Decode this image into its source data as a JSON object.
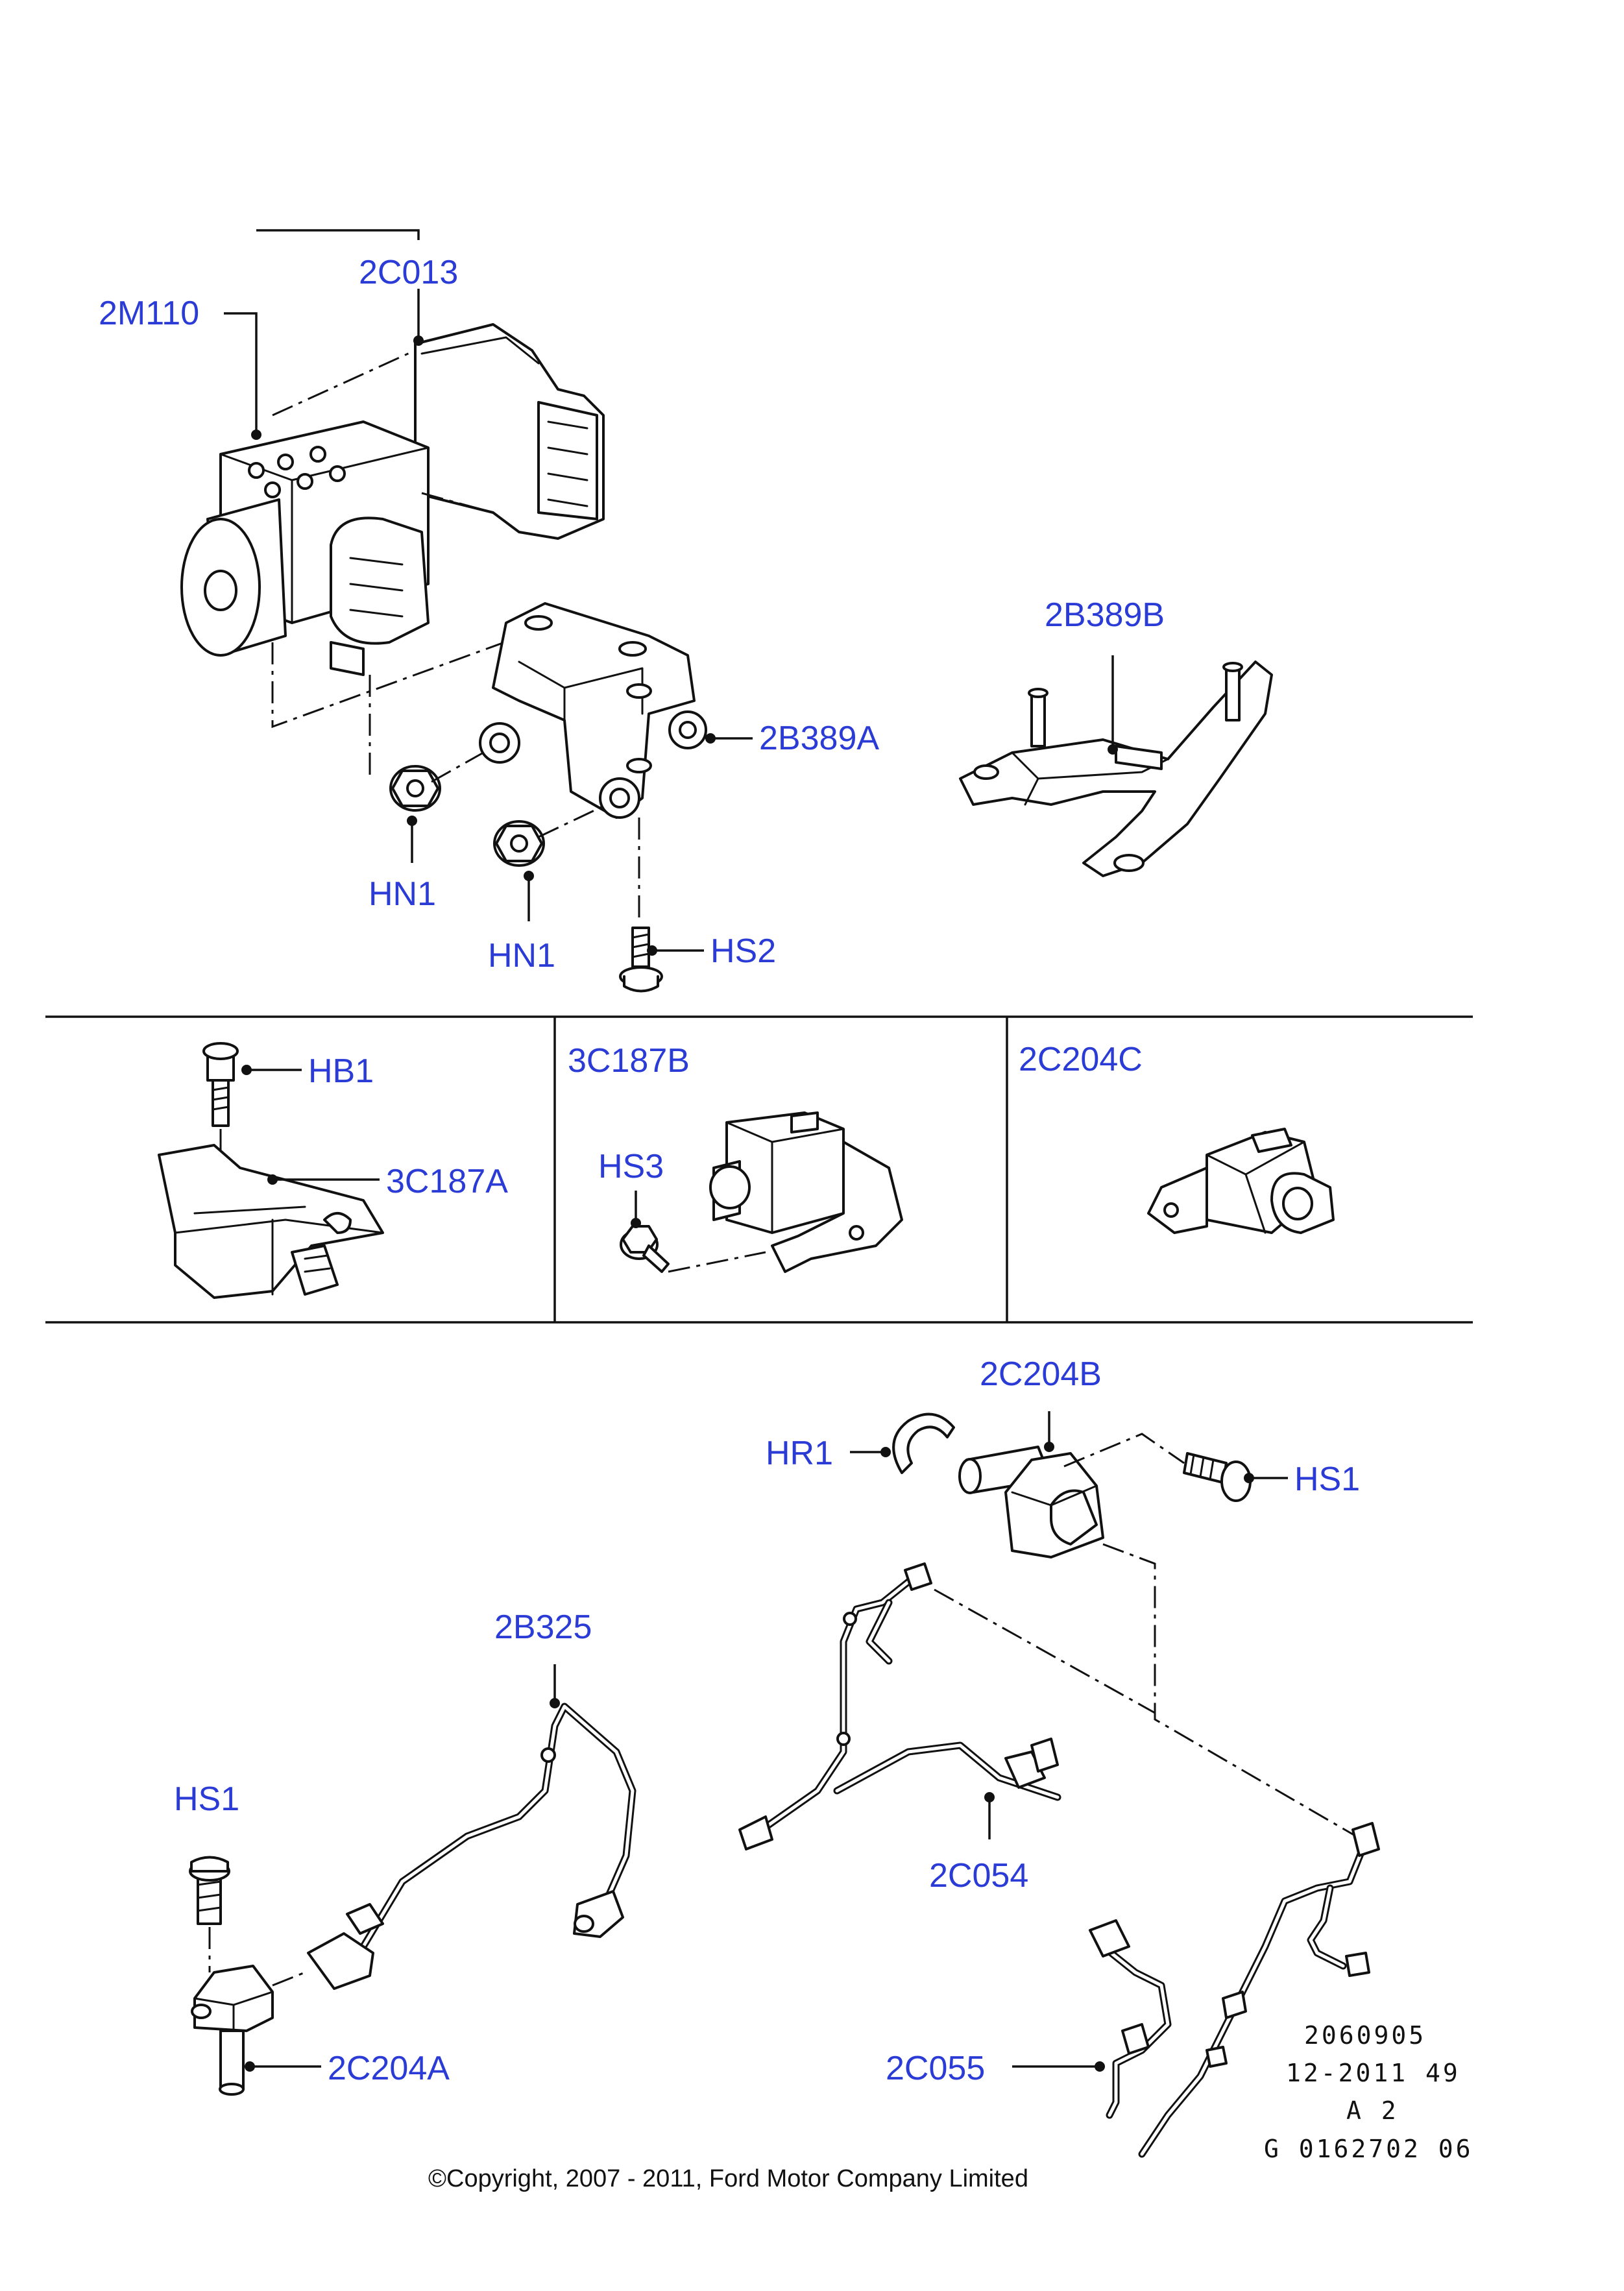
{
  "labels": {
    "l_2m110": "2M110",
    "l_2c013": "2C013",
    "l_2b389a": "2B389A",
    "l_2b389b": "2B389B",
    "l_hn1_a": "HN1",
    "l_hn1_b": "HN1",
    "l_hs2": "HS2",
    "l_hb1": "HB1",
    "l_3c187a": "3C187A",
    "l_3c187b": "3C187B",
    "l_hs3": "HS3",
    "l_2c204c": "2C204C",
    "l_2c204b": "2C204B",
    "l_hr1": "HR1",
    "l_hs1_right": "HS1",
    "l_2b325": "2B325",
    "l_hs1_left": "HS1",
    "l_2c054": "2C054",
    "l_2c204a": "2C204A",
    "l_2c055": "2C055"
  },
  "reference": {
    "line1": "2060905",
    "line2": "12-2011 49",
    "line3": "A 2",
    "line4": "G 0162702 06"
  },
  "copyright": "©Copyright, 2007 - 2011, Ford Motor Company Limited",
  "colors": {
    "label": "#2b3bd6",
    "linework": "#111111",
    "background": "#ffffff"
  }
}
